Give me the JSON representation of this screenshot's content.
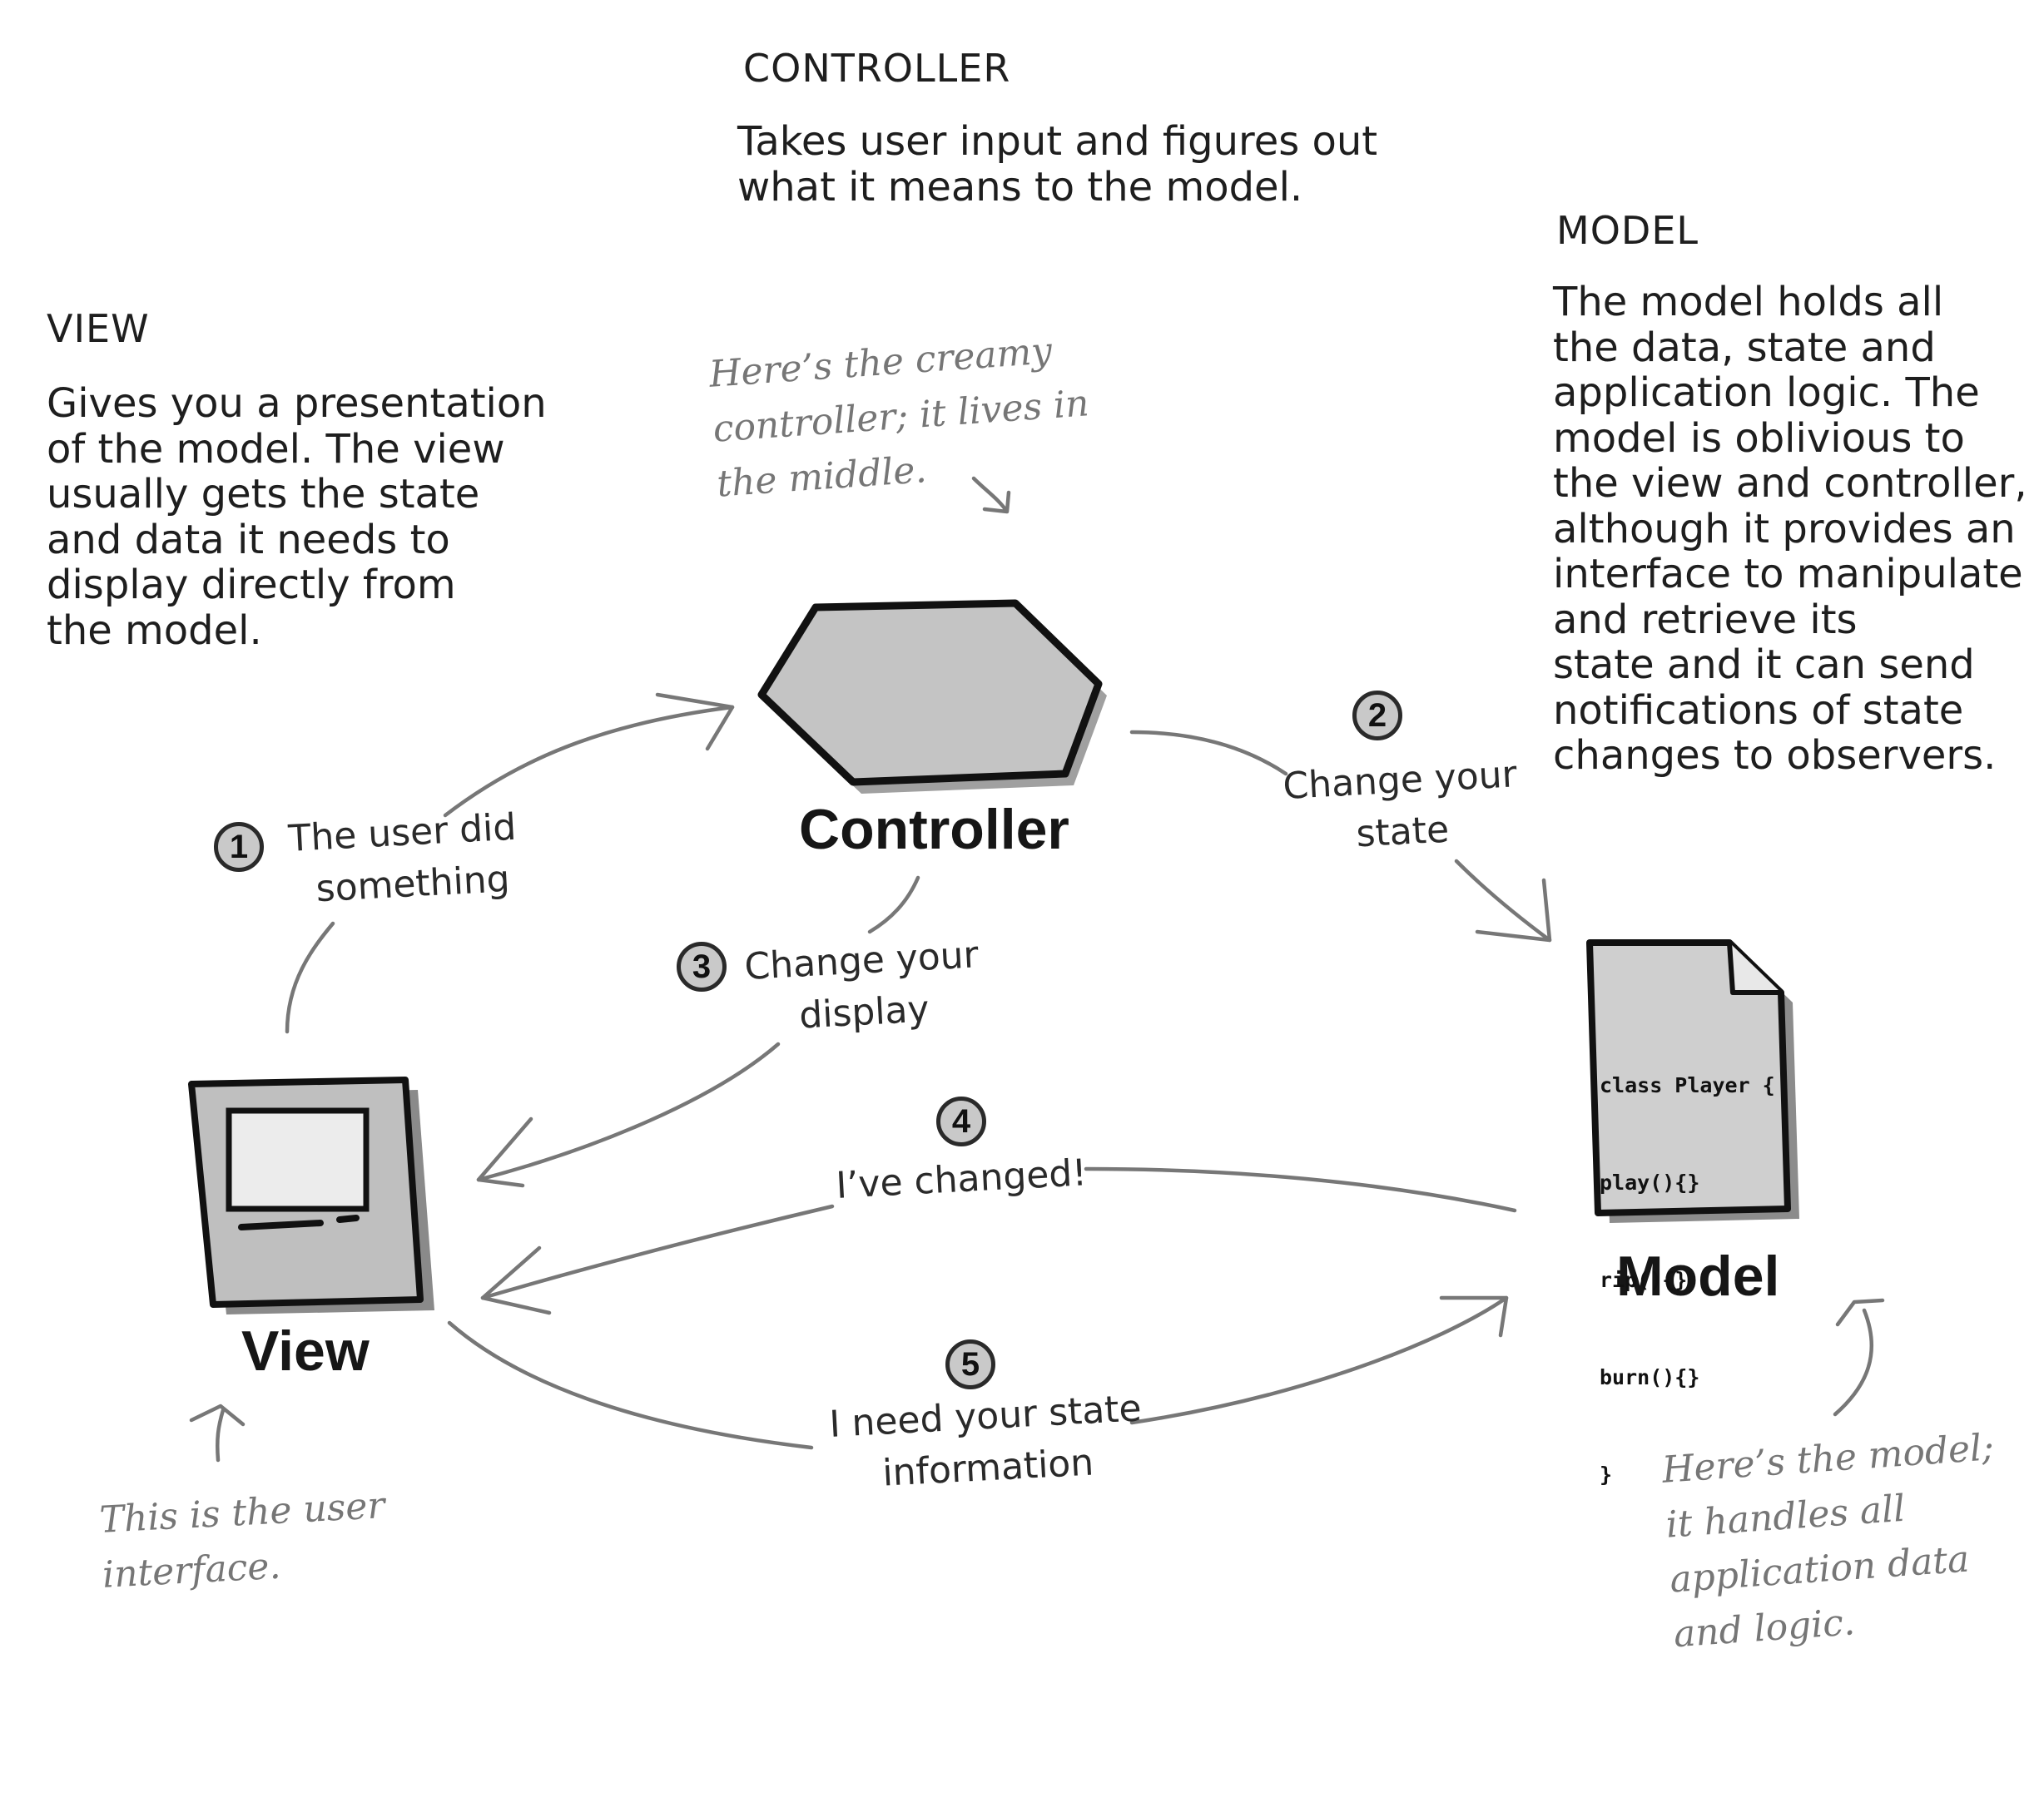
{
  "view_section": {
    "heading": "VIEW",
    "description": [
      "Gives you a presentation",
      "of the model. The view",
      "usually gets the state",
      "and data it needs to",
      "display directly from",
      "the model."
    ]
  },
  "controller_section": {
    "heading": "CONTROLLER",
    "description": [
      "Takes user input and figures out",
      "what it means to the model."
    ]
  },
  "model_section": {
    "heading": "MODEL",
    "description": [
      "The model holds all",
      "the data, state and",
      "application logic.  The",
      "model is oblivious to",
      "the view and controller,",
      "although it provides an",
      "interface to manipulate",
      "and retrieve its",
      "state and it can send",
      "notifications of state",
      "changes to observers."
    ]
  },
  "annotations": {
    "controller_note": [
      "Here’s the creamy",
      "controller; it lives in",
      "the middle."
    ],
    "view_note": [
      "This is the user",
      "interface."
    ],
    "model_note": [
      "Here’s the model;",
      "it handles all",
      "application data",
      "and logic."
    ]
  },
  "components": {
    "controller_label": "Controller",
    "view_label": "View",
    "model_label": "Model",
    "model_code": [
      "class Player {",
      "  play(){}",
      "  rip(){}",
      "  burn(){}",
      "}"
    ]
  },
  "steps": [
    {
      "number": "1",
      "label": [
        "The user did",
        "something"
      ]
    },
    {
      "number": "2",
      "label": [
        "Change your",
        "state"
      ]
    },
    {
      "number": "3",
      "label": [
        "Change your",
        "display"
      ]
    },
    {
      "number": "4",
      "label": [
        "I’ve changed!"
      ]
    },
    {
      "number": "5",
      "label": [
        "I need your state",
        "information"
      ]
    }
  ],
  "colors": {
    "arrow": "#777777",
    "shape_fill": "#c4c4c4",
    "shape_outline": "#111111"
  }
}
